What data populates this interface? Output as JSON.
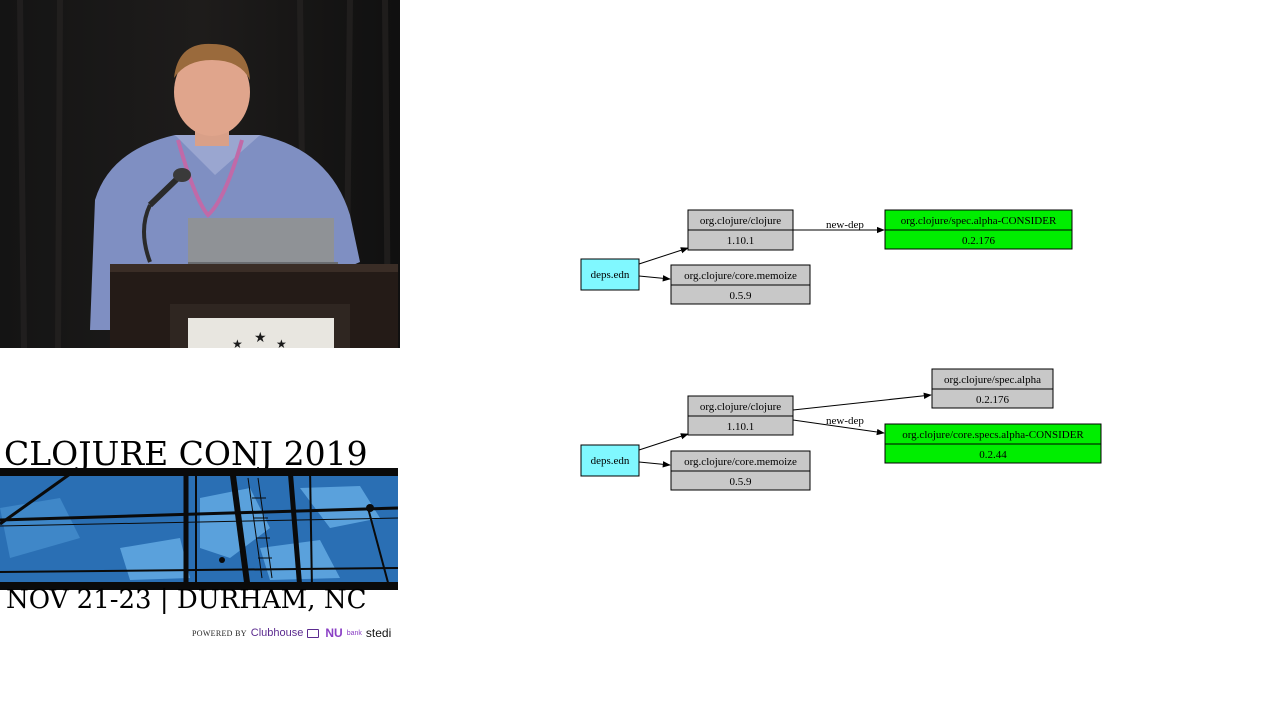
{
  "conference": {
    "title": "CLOJURE CONJ 2019",
    "date_location": "NOV 21-23 | DURHAM, NC",
    "powered_by": "POWERED BY",
    "sponsors": [
      "Clubhouse",
      "NU",
      "bank",
      "stedi"
    ]
  },
  "colors": {
    "root_node": "#80f8ff",
    "dep_node": "#c8c8c8",
    "new_dep_node": "#00ee00",
    "edge": "#000000"
  },
  "diagrams": [
    {
      "root": {
        "label": "deps.edn"
      },
      "deps": [
        {
          "name": "org.clojure/clojure",
          "version": "1.10.1"
        },
        {
          "name": "org.clojure/core.memoize",
          "version": "0.5.9"
        }
      ],
      "children": [
        {
          "name": "org.clojure/spec.alpha-CONSIDER",
          "version": "0.2.176",
          "kind": "new-dep",
          "edge_label": "new-dep"
        }
      ]
    },
    {
      "root": {
        "label": "deps.edn"
      },
      "deps": [
        {
          "name": "org.clojure/clojure",
          "version": "1.10.1"
        },
        {
          "name": "org.clojure/core.memoize",
          "version": "0.5.9"
        }
      ],
      "children": [
        {
          "name": "org.clojure/spec.alpha",
          "version": "0.2.176",
          "kind": "dep",
          "edge_label": ""
        },
        {
          "name": "org.clojure/core.specs.alpha-CONSIDER",
          "version": "0.2.44",
          "kind": "new-dep",
          "edge_label": "new-dep"
        }
      ]
    }
  ]
}
